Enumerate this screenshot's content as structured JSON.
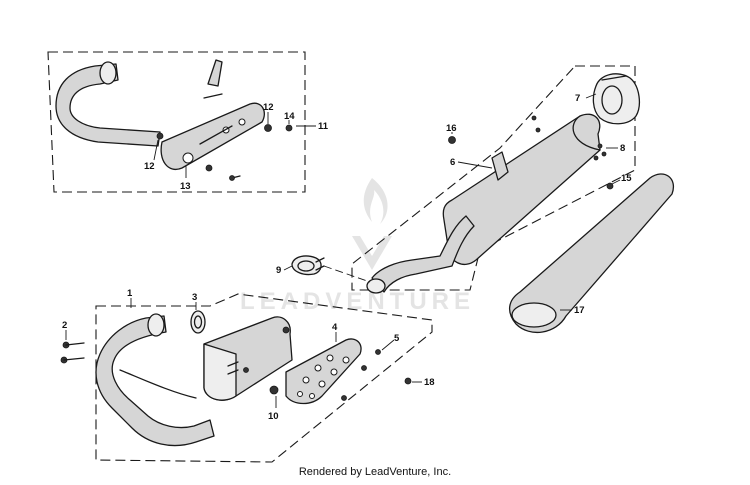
{
  "footer": {
    "text": "Rendered by LeadVenture, Inc."
  },
  "watermark": {
    "text": "LEADVENTURE"
  },
  "callouts": {
    "c1": "1",
    "c2": "2",
    "c3": "3",
    "c4": "4",
    "c5": "5",
    "c6": "6",
    "c7": "7",
    "c8": "8",
    "c9": "9",
    "c10": "10",
    "c11": "11",
    "c12a": "12",
    "c12b": "12",
    "c13": "13",
    "c14": "14",
    "c15": "15",
    "c16": "16",
    "c17": "17",
    "c18": "18"
  },
  "icons": {
    "watermark_logo": "flame-logo-icon"
  },
  "colors": {
    "line": "#1a1a1a",
    "fill": "#d6d6d6",
    "watermark": "#e4e4e4"
  }
}
